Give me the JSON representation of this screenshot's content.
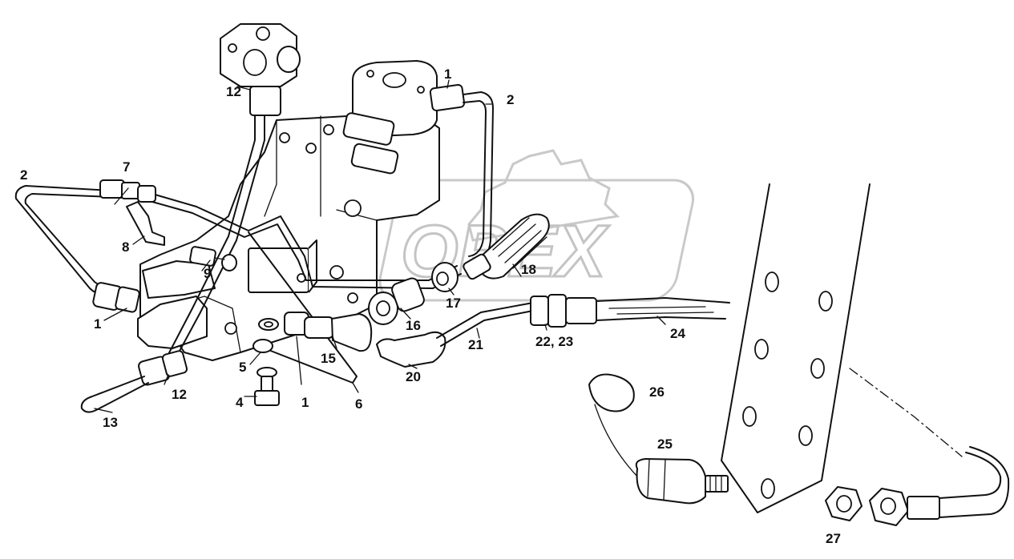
{
  "watermark": {
    "text": "OPEX"
  },
  "callouts": [
    {
      "id": "c1-top",
      "label": "1"
    },
    {
      "id": "c2-top",
      "label": "2"
    },
    {
      "id": "c12-top",
      "label": "12"
    },
    {
      "id": "c2-left",
      "label": "2"
    },
    {
      "id": "c7",
      "label": "7"
    },
    {
      "id": "c8",
      "label": "8"
    },
    {
      "id": "c9",
      "label": "9"
    },
    {
      "id": "c1-left",
      "label": "1"
    },
    {
      "id": "c12-bottom",
      "label": "12"
    },
    {
      "id": "c13",
      "label": "13"
    },
    {
      "id": "c5",
      "label": "5"
    },
    {
      "id": "c4",
      "label": "4"
    },
    {
      "id": "c1-bottom",
      "label": "1"
    },
    {
      "id": "c15",
      "label": "15"
    },
    {
      "id": "c6",
      "label": "6"
    },
    {
      "id": "c16",
      "label": "16"
    },
    {
      "id": "c17",
      "label": "17"
    },
    {
      "id": "c18",
      "label": "18"
    },
    {
      "id": "c20",
      "label": "20"
    },
    {
      "id": "c21",
      "label": "21"
    },
    {
      "id": "c22-23",
      "label": "22, 23"
    },
    {
      "id": "c24",
      "label": "24"
    },
    {
      "id": "c26",
      "label": "26"
    },
    {
      "id": "c25",
      "label": "25"
    },
    {
      "id": "c27",
      "label": "27"
    }
  ]
}
